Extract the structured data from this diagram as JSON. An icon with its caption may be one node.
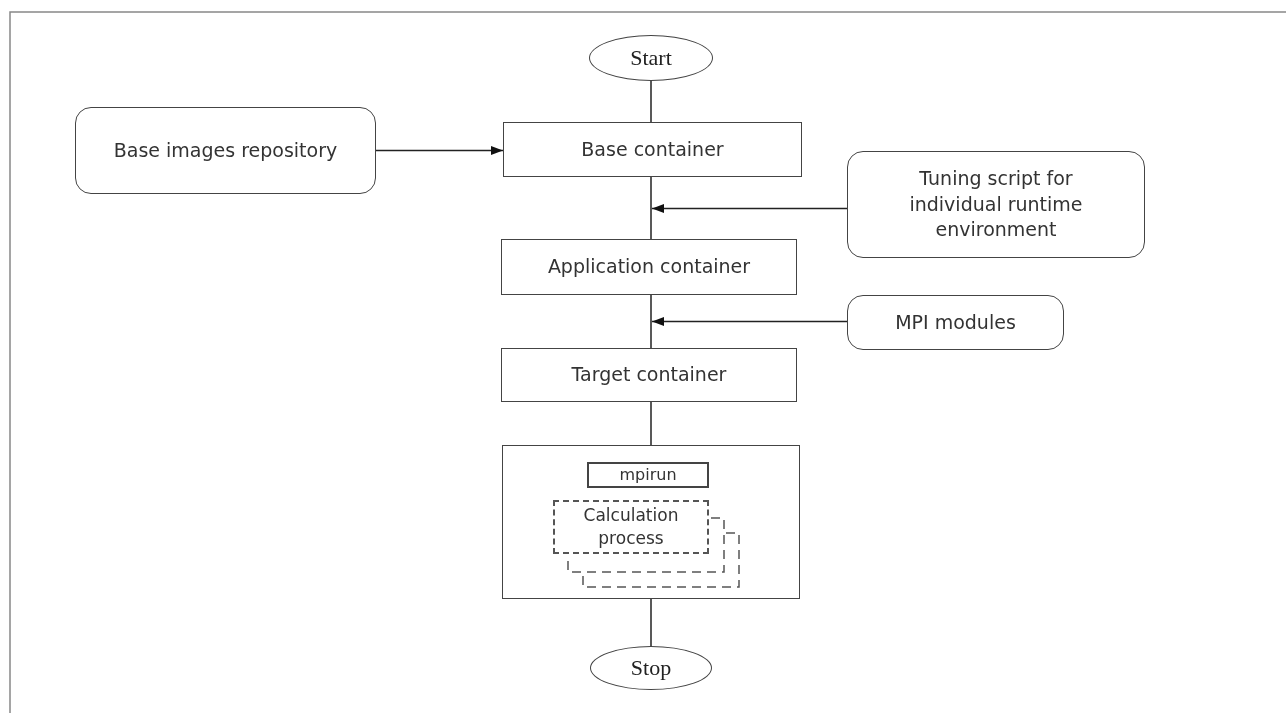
{
  "diagram": {
    "nodes": [
      {
        "text": [
          "Start"
        ]
      },
      {
        "text": [
          "Base images repository"
        ]
      },
      {
        "text": [
          "Base container"
        ]
      },
      {
        "text": [
          "Tuning script for individual runtime environment"
        ]
      },
      {
        "text": [
          "Application container"
        ]
      },
      {
        "text": [
          "MPI modules"
        ]
      },
      {
        "text": [
          "Target container"
        ]
      },
      {
        "text": [],
        "shape": "box"
      },
      {
        "text": [
          "mpirun"
        ],
        "in": 7
      },
      {
        "text": [
          "Calculation process"
        ],
        "in": 7
      },
      {
        "text": [
          "Stop"
        ]
      }
    ],
    "edges": [
      {
        "from": 0,
        "to": 2,
        "arrow": "none"
      },
      {
        "from": 1,
        "to": 2,
        "arrow": "to"
      },
      {
        "from": 2,
        "to": 4,
        "arrow": "none"
      },
      {
        "from": 3,
        "to": 4,
        "arrow": "to"
      },
      {
        "from": 4,
        "to": 6,
        "arrow": "none"
      },
      {
        "from": 5,
        "to": 6,
        "arrow": "to"
      },
      {
        "from": 6,
        "to": 7,
        "arrow": "none"
      },
      {
        "from": 7,
        "to": 10,
        "arrow": "none"
      }
    ]
  }
}
